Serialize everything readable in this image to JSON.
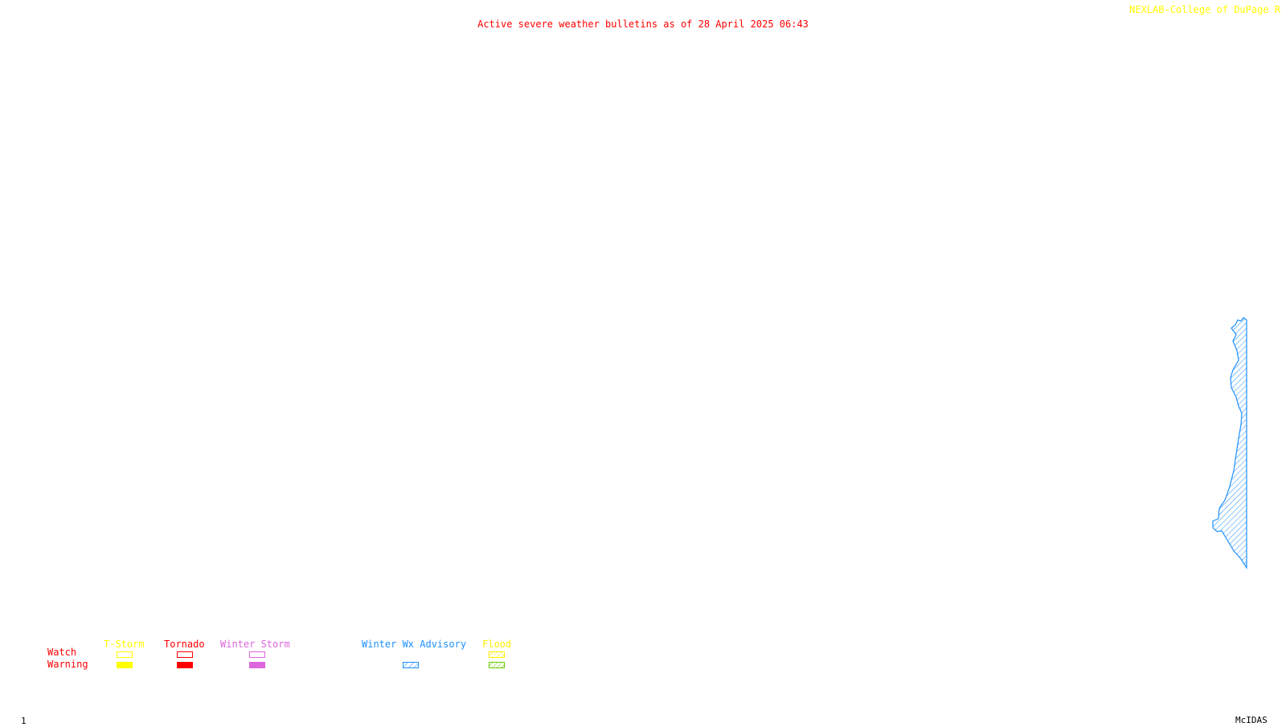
{
  "title": "Active severe weather bulletins as of 28 April 2025 06:43",
  "credit": "NEXLAB-College of DuPage R",
  "legend": {
    "row_labels": {
      "watch": "Watch",
      "warning": "Warning"
    },
    "categories": [
      {
        "key": "tstorm",
        "label": "T-Storm",
        "color": "#ffff00",
        "watch": "outline",
        "warning": "filled"
      },
      {
        "key": "tornado",
        "label": "Tornado",
        "color": "#ff0000",
        "watch": "outline",
        "warning": "filled"
      },
      {
        "key": "winter_storm",
        "label": "Winter Storm",
        "color": "#dd66dd",
        "watch": "outline",
        "warning": "filled"
      },
      {
        "key": "winter_wx_advisory",
        "label": "Winter Wx Advisory",
        "color": "#1e90ff",
        "watch": "none",
        "warning": "hatched"
      },
      {
        "key": "flood",
        "label": "Flood",
        "color": "#ffee00",
        "watch": "hatched",
        "warning": "hatched",
        "warning_color": "#66cc00"
      }
    ]
  },
  "frame_number": "1",
  "software_label": "McIDAS",
  "colors": {
    "title": "#ff0000",
    "credit": "#ffff00",
    "labels": "#000000",
    "advisory": "#1e90ff"
  }
}
